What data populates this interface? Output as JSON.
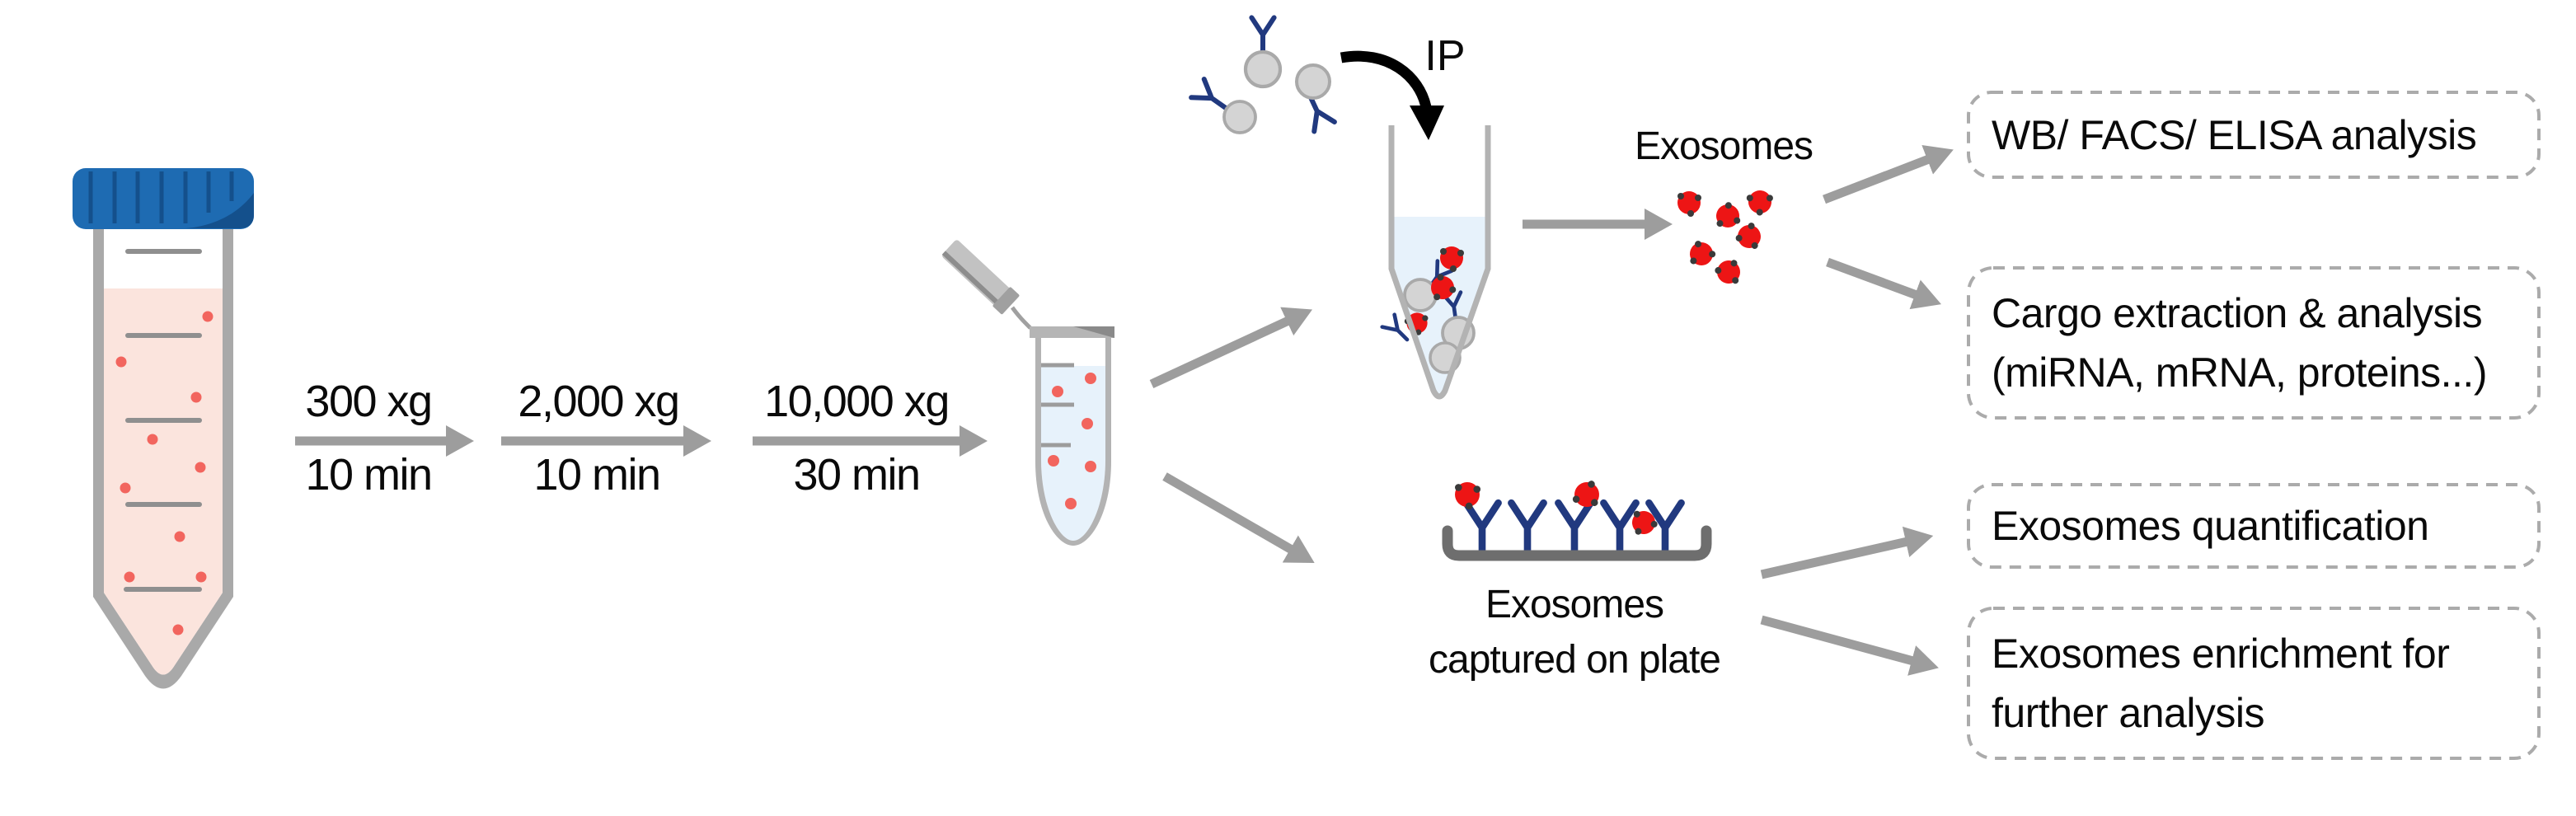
{
  "workflow": {
    "steps": [
      {
        "force": "300 xg",
        "time": "10 min"
      },
      {
        "force": "2,000 xg",
        "time": "10 min"
      },
      {
        "force": "10,000 xg",
        "time": "30 min"
      }
    ],
    "ip_label": "IP",
    "exosomes_label": "Exosomes",
    "plate_caption": {
      "line1": "Exosomes",
      "line2": "captured on plate"
    },
    "outcomes": [
      {
        "lines": [
          "WB/ FACS/ ELISA analysis"
        ]
      },
      {
        "lines": [
          "Cargo extraction & analysis",
          "(miRNA, mRNA, proteins...)"
        ]
      },
      {
        "lines": [
          "Exosomes quantification"
        ]
      },
      {
        "lines": [
          "Exosomes enrichment for",
          "further analysis"
        ]
      }
    ],
    "colors": {
      "cap_blue": "#1e6bb2",
      "cap_blue_dark": "#14508c",
      "tube_gray": "#a9a9a9",
      "liquid_pink": "#fbe4dd",
      "liquid_blue": "#e7f2fb",
      "particle_red": "#f2655e",
      "exosome_red": "#ed1515",
      "exosome_spot": "#3a3a3a",
      "antibody_blue": "#21397f",
      "bead_gray": "#d4d4d4",
      "arrow_gray": "#9d9d9d",
      "ip_arrow_black": "#000000",
      "plate_gray": "#6e6e6e",
      "dash_gray": "#ababab"
    }
  }
}
